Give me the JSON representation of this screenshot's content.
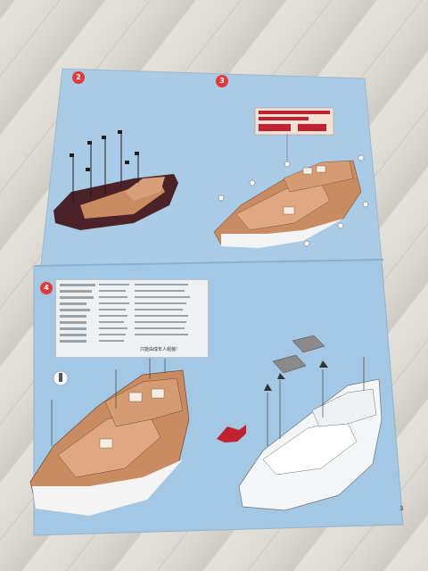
{
  "steps": [
    {
      "number": "2",
      "color": "#e03a3a"
    },
    {
      "number": "3",
      "color": "#e03a3a"
    },
    {
      "number": "4",
      "color": "#e03a3a"
    }
  ],
  "legend": {
    "chinese_text": "只能由成年人组装!"
  },
  "page_number": "3",
  "colors": {
    "paper": "#a8cbe6",
    "hull_dark": "#4a2228",
    "hull_tan": "#c98c62",
    "accent_red": "#c0232f"
  }
}
